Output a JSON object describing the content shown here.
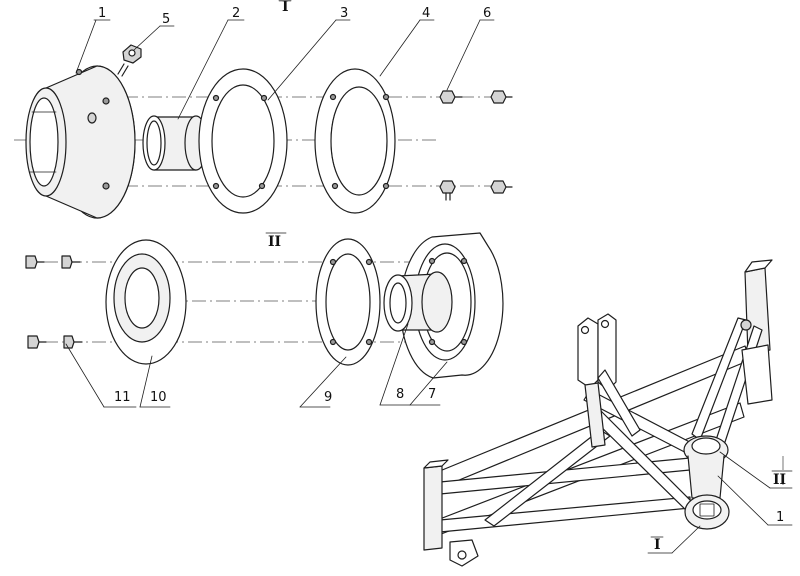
{
  "figure": {
    "group_labels": {
      "group_1": "I",
      "group_2": "II"
    },
    "callouts": {
      "c1": "1",
      "c2": "2",
      "c3": "3",
      "c4": "4",
      "c5": "5",
      "c6": "6",
      "c7": "7",
      "c8": "8",
      "c9": "9",
      "c10": "10",
      "c11": "11"
    },
    "frame_callouts": {
      "detail_2": "II",
      "part_1": "1",
      "detail_1": "I"
    }
  }
}
